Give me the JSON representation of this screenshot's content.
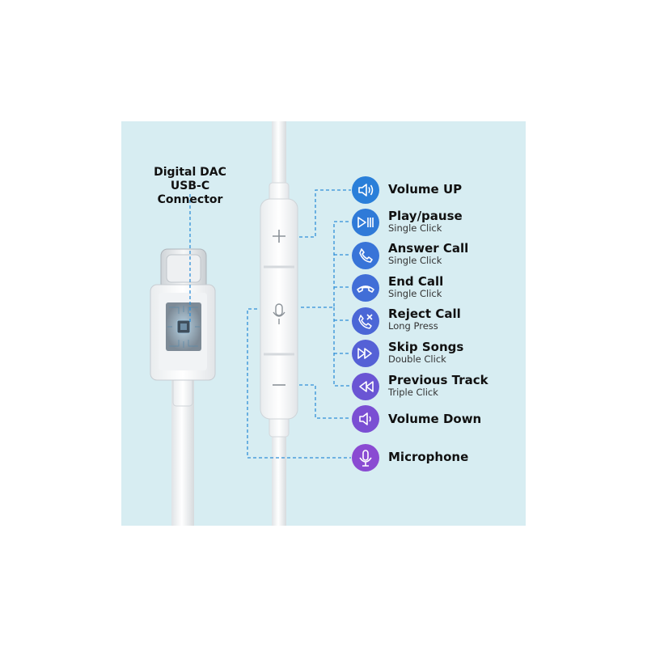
{
  "connector": {
    "line1": "Digital DAC",
    "line2": "USB-C Connector"
  },
  "controls": [
    {
      "icon": "volume-up-icon",
      "title": "Volume UP",
      "subtitle": "",
      "color": "#2a7fd9"
    },
    {
      "icon": "play-pause-icon",
      "title": "Play/pause",
      "subtitle": "Single Click",
      "color": "#2f7ad8"
    },
    {
      "icon": "phone-answer-icon",
      "title": "Answer Call",
      "subtitle": "Single Click",
      "color": "#3874d8"
    },
    {
      "icon": "phone-end-icon",
      "title": "End Call",
      "subtitle": "Single Click",
      "color": "#416ed7"
    },
    {
      "icon": "phone-reject-icon",
      "title": "Reject Call",
      "subtitle": "Long Press",
      "color": "#4b67d6"
    },
    {
      "icon": "fast-forward-icon",
      "title": "Skip Songs",
      "subtitle": "Double Click",
      "color": "#5561d6"
    },
    {
      "icon": "rewind-icon",
      "title": "Previous Track",
      "subtitle": "Triple Click",
      "color": "#6a55d4"
    },
    {
      "icon": "volume-down-icon",
      "title": "Volume Down",
      "subtitle": "",
      "color": "#7a4fd3"
    },
    {
      "icon": "microphone-icon",
      "title": "Microphone",
      "subtitle": "",
      "color": "#8a4bd2"
    }
  ]
}
